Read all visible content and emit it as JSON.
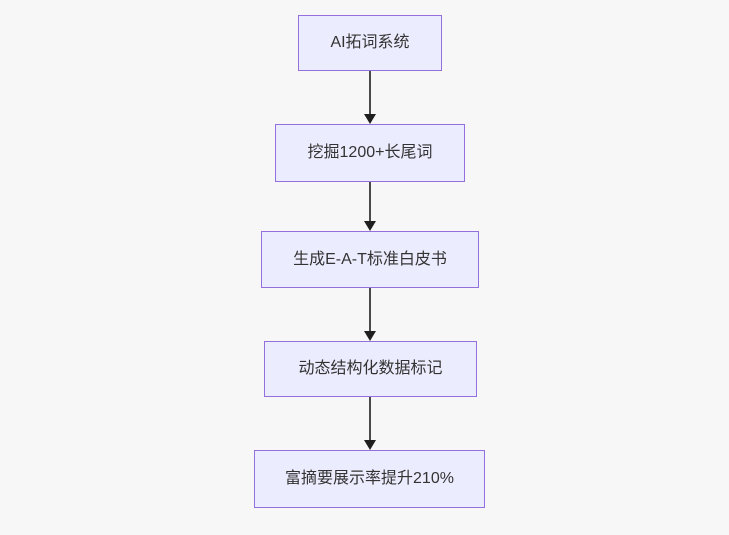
{
  "flowchart": {
    "direction": "top-down",
    "nodes": [
      {
        "id": "n1",
        "label": "AI拓词系统"
      },
      {
        "id": "n2",
        "label": "挖掘1200+长尾词"
      },
      {
        "id": "n3",
        "label": "生成E-A-T标准白皮书"
      },
      {
        "id": "n4",
        "label": "动态结构化数据标记"
      },
      {
        "id": "n5",
        "label": "富摘要展示率提升210%"
      }
    ],
    "edges": [
      {
        "from": "n1",
        "to": "n2"
      },
      {
        "from": "n2",
        "to": "n3"
      },
      {
        "from": "n3",
        "to": "n4"
      },
      {
        "from": "n4",
        "to": "n5"
      }
    ]
  },
  "colors": {
    "background": "#f7f7f7",
    "node_fill": "#ECECFF",
    "node_border": "#9370DB",
    "text": "#333333",
    "arrow_line": "#4a4a4a",
    "arrow_head": "#1f1f1f"
  }
}
